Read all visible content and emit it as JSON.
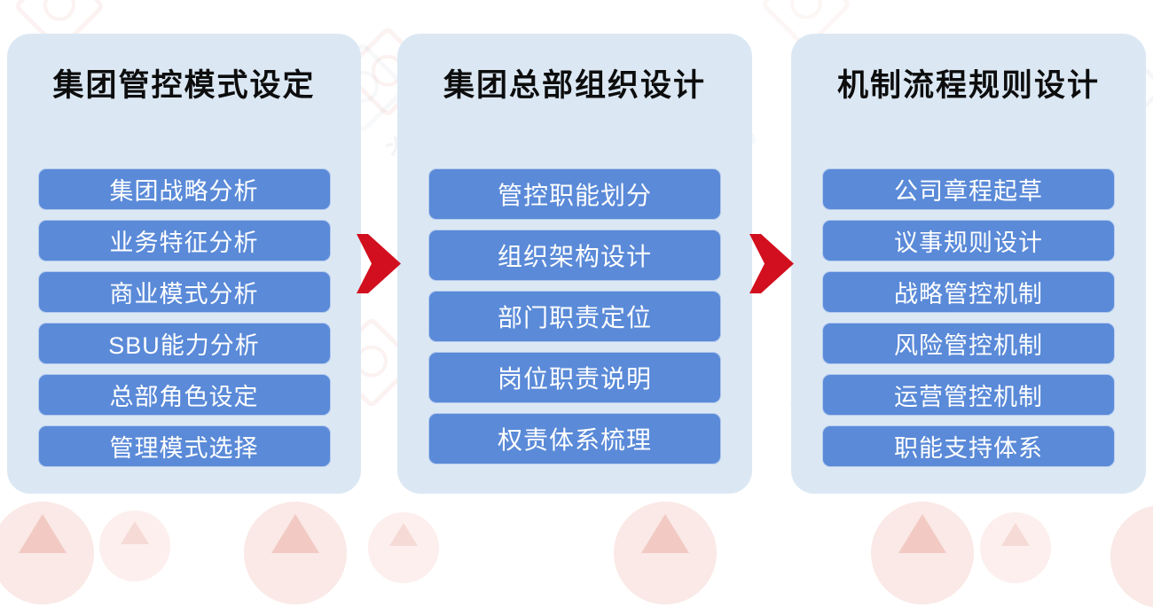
{
  "diagram": {
    "columns": [
      {
        "title": "集团管控模式设定",
        "items": [
          "集团战略分析",
          "业务特征分析",
          "商业模式分析",
          "SBU能力分析",
          "总部角色设定",
          "管理模式选择"
        ]
      },
      {
        "title": "集团总部组织设计",
        "items": [
          "管控职能划分",
          "组织架构设计",
          "部门职责定位",
          "岗位职责说明",
          "权责体系梳理"
        ]
      },
      {
        "title": "机制流程规则设计",
        "items": [
          "公司章程起草",
          "议事规则设计",
          "战略管控机制",
          "风险管控机制",
          "运营管控机制",
          "职能支持体系"
        ]
      }
    ]
  },
  "colors": {
    "background": "#ffffff",
    "panel_bg": "#dbe8f4",
    "item_bg": "#5a8ad8",
    "item_text": "#ffffff",
    "title_text": "#0d0d0d",
    "arrow_red": "#d20f1e",
    "watermark_pink": "#f3c4bd"
  },
  "watermark": {
    "text": "咨询"
  }
}
